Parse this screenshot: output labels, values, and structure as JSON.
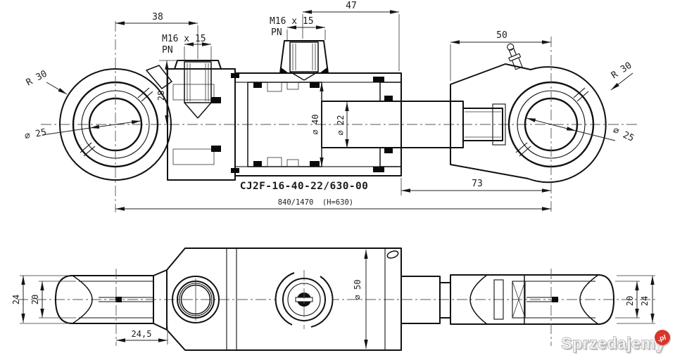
{
  "drawing": {
    "section_view": {
      "dim_eye_to_port": "38",
      "port_left": {
        "thread": "M16 x 15",
        "standard": "PN"
      },
      "dim_port_to_gland": "47",
      "port_mid": {
        "thread": "M16 x 15",
        "standard": "PN"
      },
      "dim_clevis": "50",
      "dim_port_depth": "28",
      "eye_left": {
        "radius": "R 30",
        "bore": "⌀ 25"
      },
      "eye_right": {
        "radius": "R 30",
        "bore": "⌀ 25"
      },
      "dia_piston": "⌀ 40",
      "dia_rod": "⌀ 22",
      "dim_rod_end": "73",
      "part_code": "CJ2F-16-40-22/630-00",
      "length_spec": "840/1470",
      "stroke_spec": "(H=630)"
    },
    "plan_view": {
      "eye_left_width": "24",
      "eye_left_inner": "20",
      "dim_eye_end": "24,5",
      "dia_body": "⌀ 50",
      "eye_right_inner": "20",
      "eye_right_width": "24"
    },
    "watermark": {
      "brand": "Sprzedajemy",
      "tld": ".pl",
      "badge_color": "#d9362b"
    }
  }
}
